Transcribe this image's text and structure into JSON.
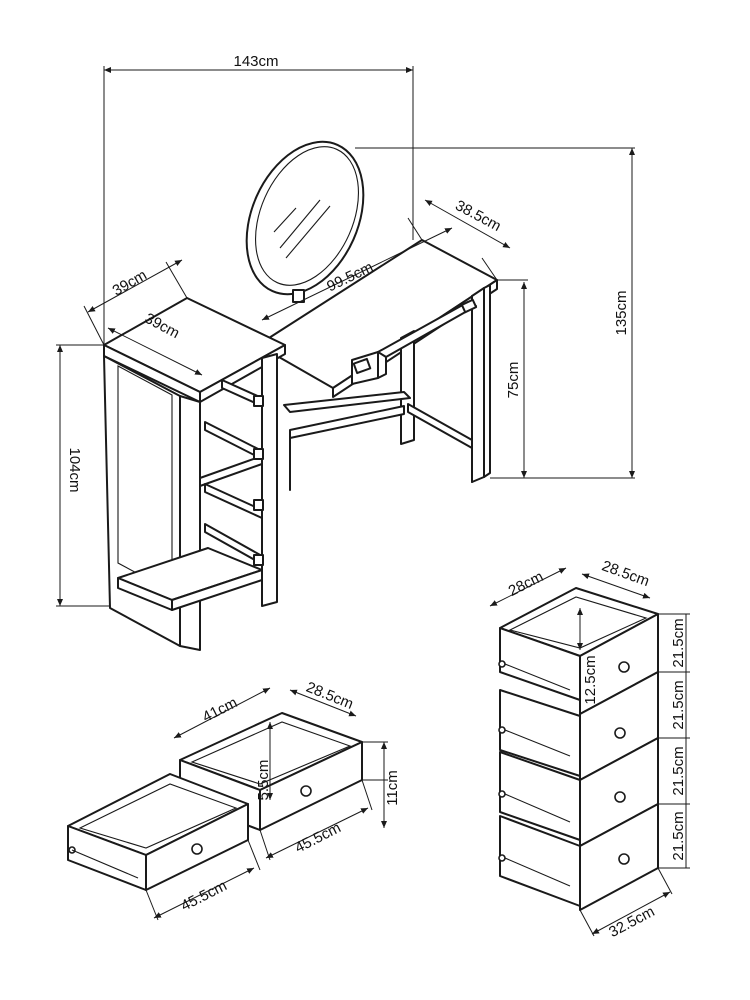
{
  "dimensions": {
    "total_width": "143cm",
    "table_depth_left": "39cm",
    "cabinet_depth": "39cm",
    "top_length": "99.5cm",
    "table_depth_right": "38.5cm",
    "total_height": "135cm",
    "table_height": "75cm",
    "cabinet_height": "104cm",
    "drawer_inner_width": "41cm",
    "drawer_inner_depth": "28.5cm",
    "drawer_inner_height": "5.5cm",
    "drawer_height": "11cm",
    "drawer_length_a": "45.5cm",
    "drawer_length_b": "45.5cm",
    "stack_drawer_width": "28cm",
    "stack_drawer_depth": "28.5cm",
    "stack_drawer_inner_height": "12.5cm",
    "stack_drawer_height_1": "21.5cm",
    "stack_drawer_height_2": "21.5cm",
    "stack_drawer_height_3": "21.5cm",
    "stack_drawer_height_4": "21.5cm",
    "stack_front_width": "32.5cm"
  }
}
